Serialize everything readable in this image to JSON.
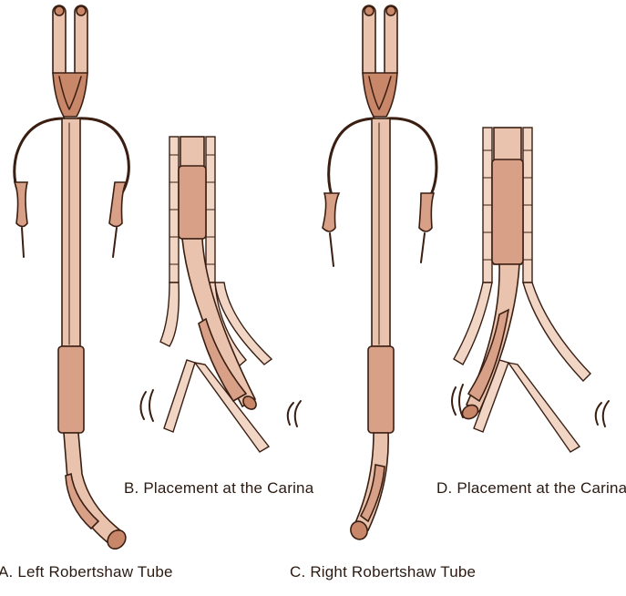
{
  "figure": {
    "colors": {
      "ink": "#3a1e12",
      "tube_fill": "#e9c3ad",
      "cuff_fill": "#d9a088",
      "airway_wall": "#f1d6c6"
    },
    "panels": [
      {
        "id": "A",
        "caption": "A. Left Robertshaw Tube"
      },
      {
        "id": "B",
        "caption": "B. Placement at the Carina"
      },
      {
        "id": "C",
        "caption": "C. Right Robertshaw Tube"
      },
      {
        "id": "D",
        "caption": "D. Placement at the Carina"
      }
    ]
  }
}
